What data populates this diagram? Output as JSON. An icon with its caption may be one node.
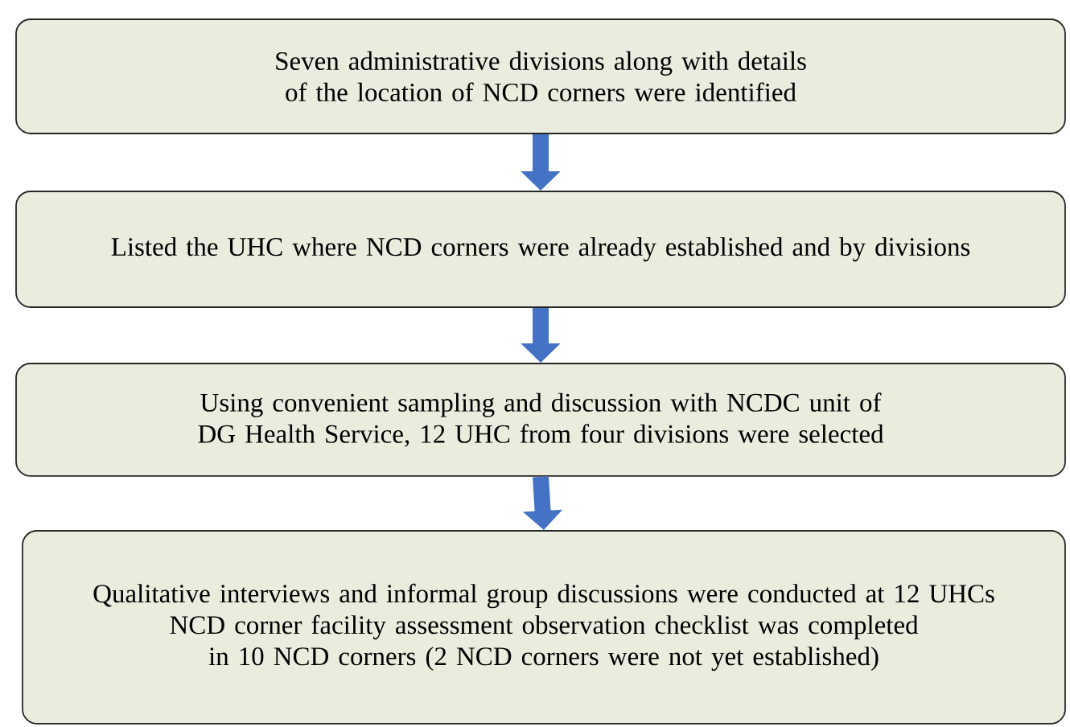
{
  "diagram": {
    "nodes": [
      {
        "text": [
          "Seven administrative divisions along with details of the location of NCD corners were identified"
        ]
      },
      {
        "text": [
          "Listed the UHC where NCD corners were already established and by divisions"
        ]
      },
      {
        "text": [
          "Using convenient sampling and discussion with NCDC unit of DG Health Service, 12 UHC from four divisions were selected"
        ]
      },
      {
        "text": [
          "Qualitative interviews and informal group discussions were conducted at 12 UHCs",
          "NCD corner facility assessment observation checklist was completed in 10 NCD corners (2 NCD corners were not yet established)"
        ]
      }
    ],
    "edges": [
      {
        "from": 0,
        "to": 1,
        "arrow": "to"
      },
      {
        "from": 1,
        "to": 2,
        "arrow": "to"
      },
      {
        "from": 2,
        "to": 3,
        "arrow": "to"
      }
    ]
  }
}
